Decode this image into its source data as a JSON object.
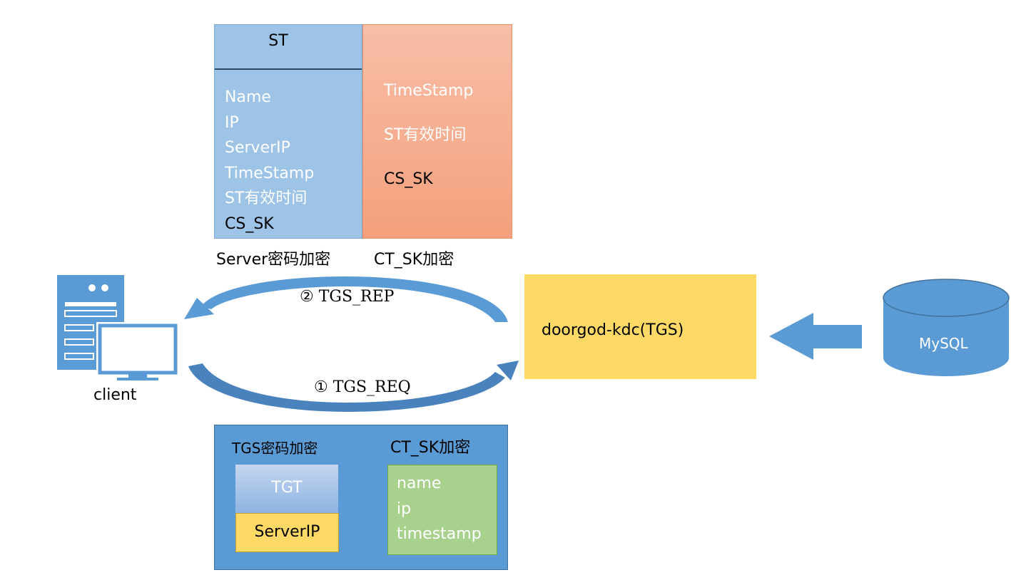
{
  "st_ticket": {
    "title": "ST",
    "fields": [
      "Name",
      "IP",
      "ServerIP",
      "TimeStamp",
      "ST有效时间",
      "CS_SK"
    ],
    "caption": "Server密码加密"
  },
  "ct_sk_block": {
    "fields": [
      "TimeStamp",
      "ST有效时间",
      "CS_SK"
    ],
    "caption": "CT_SK加密"
  },
  "kdc": {
    "label": "doorgod-kdc(TGS)"
  },
  "database": {
    "label": "MySQL"
  },
  "client": {
    "label": "client"
  },
  "arrows": {
    "rep": "② TGS_REP",
    "req": "① TGS_REQ"
  },
  "request": {
    "tgs_caption": "TGS密码加密",
    "ct_sk_caption": "CT_SK加密",
    "tgt": "TGT",
    "server_ip": "ServerIP",
    "authenticator_fields": [
      "name",
      "ip",
      "timestamp"
    ]
  },
  "colors": {
    "blue_light": "#9dc3e6",
    "salmon": "#f4a07c",
    "yellow": "#ffd966",
    "blue": "#5b9bd5",
    "green": "#a9d18e"
  }
}
